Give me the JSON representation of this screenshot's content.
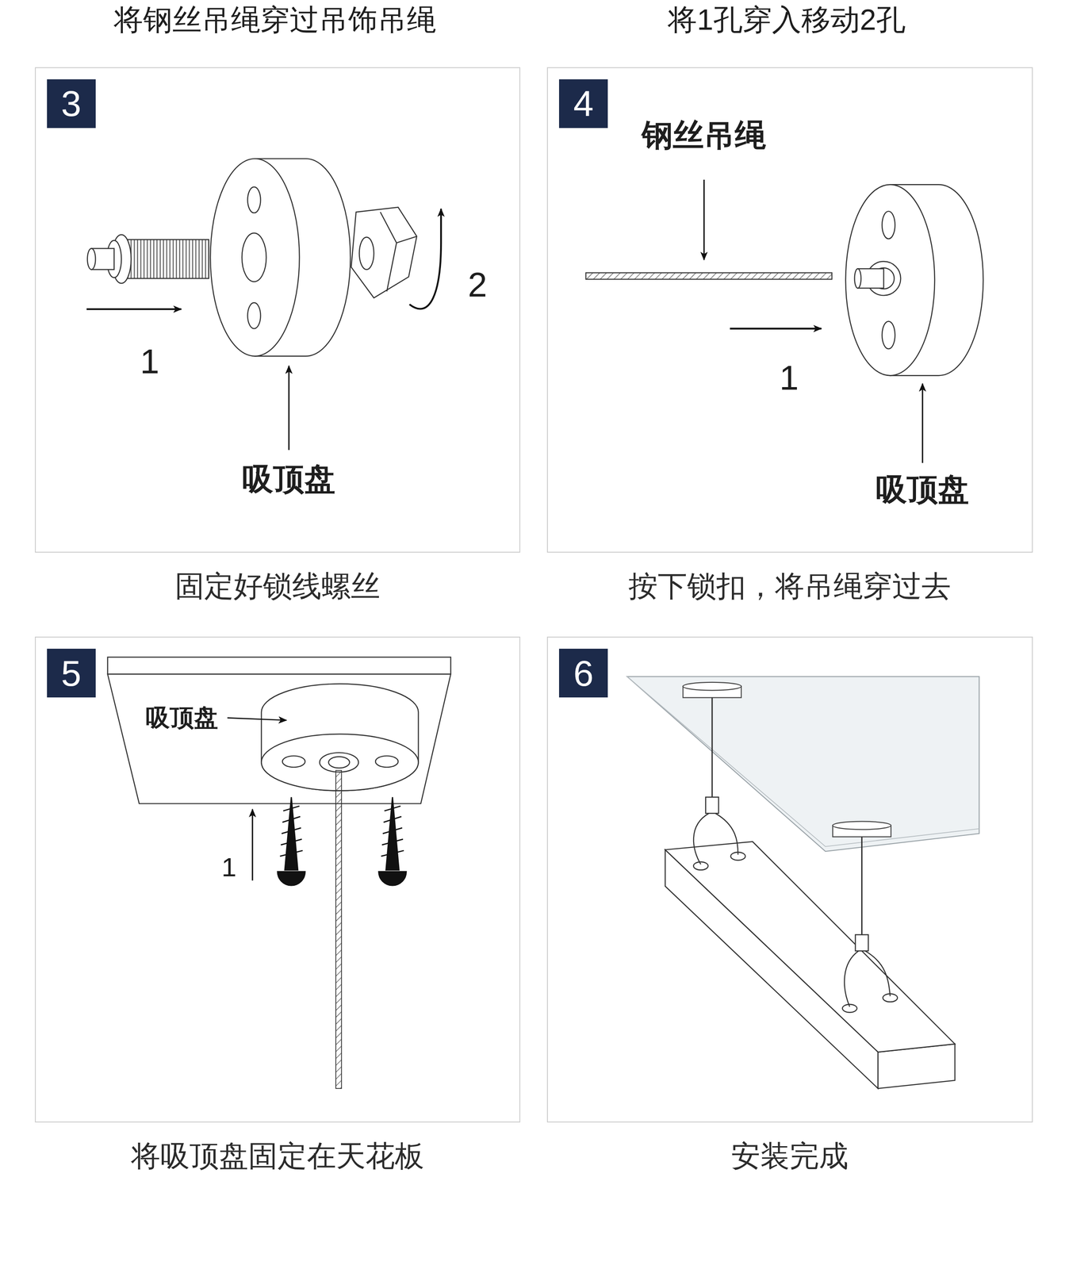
{
  "diagram": {
    "nodes": [
      {
        "text": [
          "固定好锁线螺丝"
        ]
      },
      {
        "text": [
          "3"
        ],
        "in": 0
      },
      {
        "text": [
          "按下锁扣，将吊绳穿过去"
        ]
      },
      {
        "text": [
          "4"
        ],
        "in": 2
      },
      {
        "text": [
          "将吸顶盘固定在天花板"
        ]
      },
      {
        "text": [
          "5"
        ],
        "in": 4
      },
      {
        "text": [
          "安装完成"
        ]
      },
      {
        "text": [
          "6"
        ],
        "in": 6
      }
    ],
    "labels": [
      "将钢丝吊绳穿过吊饰吊绳",
      "将1孔穿入移动2孔",
      "吸顶盘",
      "1",
      "2",
      "钢丝吊绳",
      "吸顶盘",
      "1",
      "吸顶盘",
      "1"
    ]
  }
}
